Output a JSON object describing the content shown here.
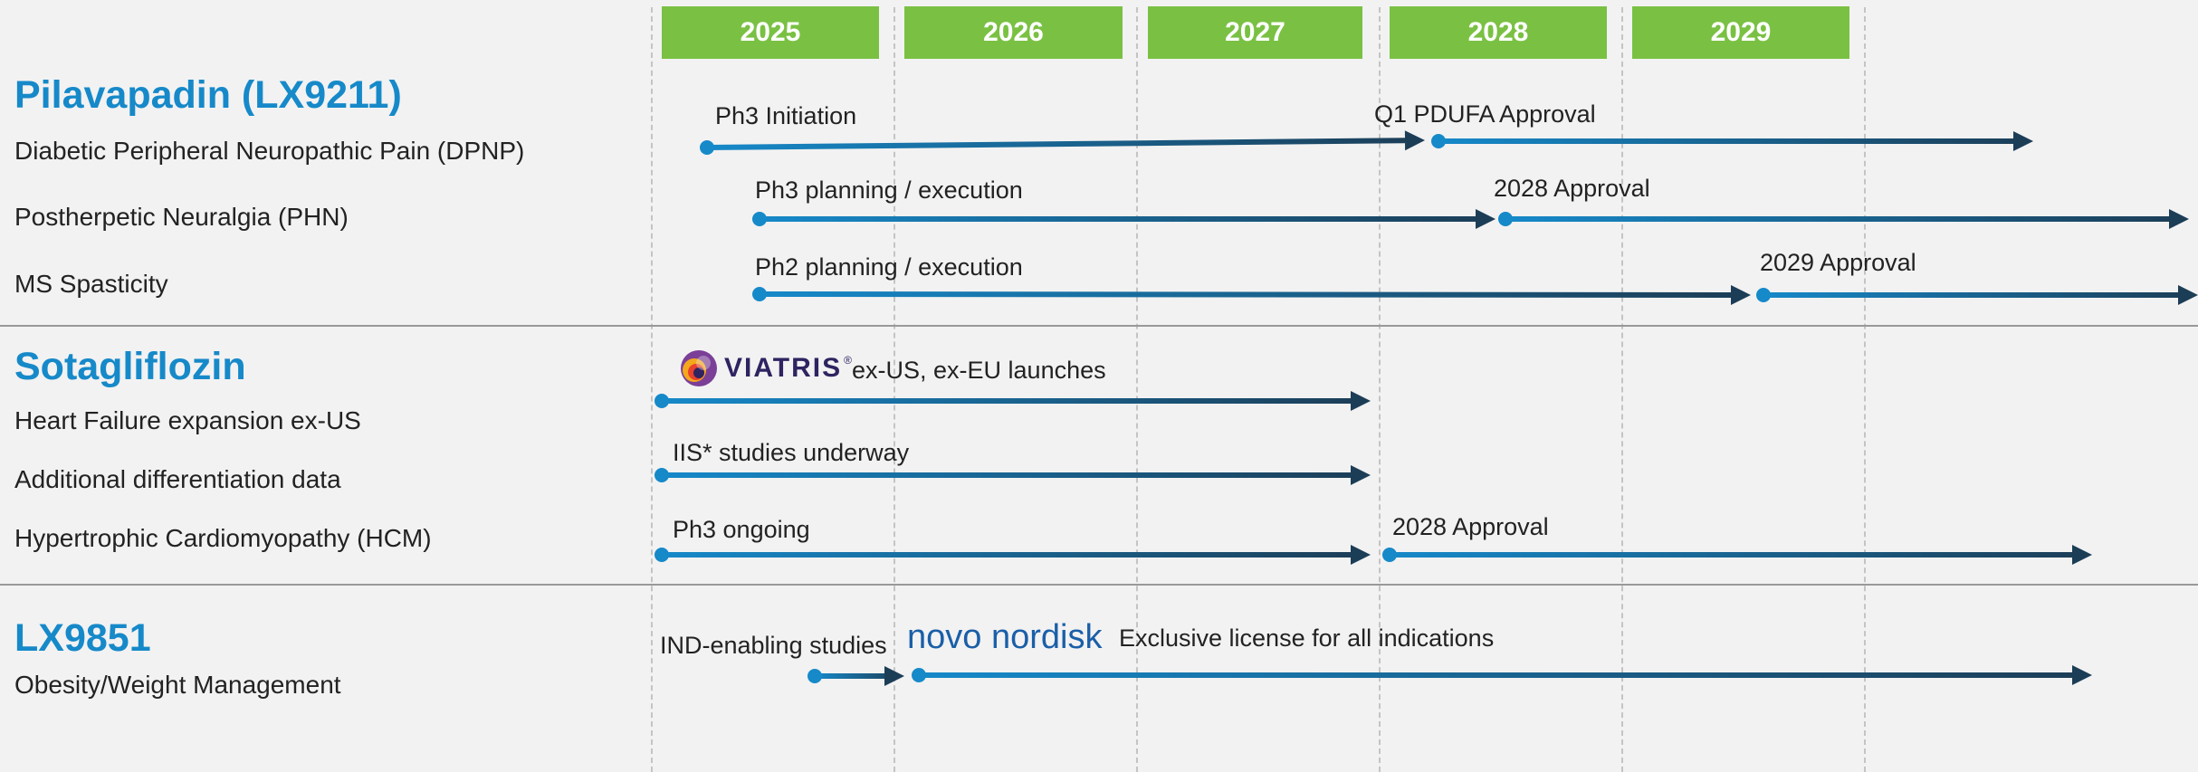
{
  "years": [
    "2025",
    "2026",
    "2027",
    "2028",
    "2029"
  ],
  "drugs": [
    {
      "name": "Pilavapadin (LX9211)",
      "indications": [
        "Diabetic Peripheral Neuropathic Pain (DPNP)",
        "Postherpetic Neuralgia (PHN)",
        "MS Spasticity"
      ]
    },
    {
      "name": "Sotagliflozin",
      "indications": [
        "Heart Failure expansion ex-US",
        "Additional differentiation data",
        "Hypertrophic Cardiomyopathy (HCM)"
      ]
    },
    {
      "name": "LX9851",
      "indications": [
        "Obesity/Weight Management"
      ]
    }
  ],
  "milestones": {
    "dpnp_ph3": "Ph3 Initiation",
    "dpnp_pdufa": "Q1 PDUFA Approval",
    "phn_ph3": "Ph3 planning / execution",
    "phn_approval": "2028 Approval",
    "ms_ph2": "Ph2 planning / execution",
    "ms_approval": "2029 Approval",
    "hf_launch": "ex-US, ex-EU launches",
    "add_iis": "IIS* studies underway",
    "hcm_ph3": "Ph3 ongoing",
    "hcm_approval": "2028 Approval",
    "lx_ind": "IND-enabling studies",
    "lx_license": "Exclusive license for all indications"
  },
  "partners": {
    "viatris": "VIATRIS",
    "viatris_mark": "®",
    "novo": "novo nordisk"
  },
  "colors": {
    "year_header": "#7ac143",
    "drug_name": "#1689c9",
    "arrow_start": "#1689c9",
    "arrow_end": "#1c3d56",
    "viatris": "#2f2361",
    "novo": "#1a5fa8"
  }
}
